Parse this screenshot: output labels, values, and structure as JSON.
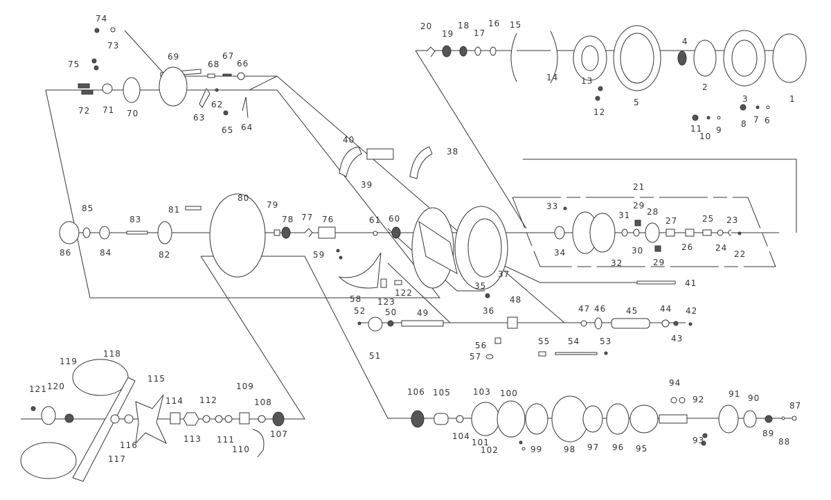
{
  "diagram": {
    "title": "Baitcasting reel exploded parts diagram",
    "labels": [
      {
        "id": "1",
        "text": "1"
      },
      {
        "id": "2",
        "text": "2"
      },
      {
        "id": "3",
        "text": "3"
      },
      {
        "id": "4",
        "text": "4"
      },
      {
        "id": "5",
        "text": "5"
      },
      {
        "id": "6",
        "text": "6"
      },
      {
        "id": "7",
        "text": "7"
      },
      {
        "id": "8",
        "text": "8"
      },
      {
        "id": "9",
        "text": "9"
      },
      {
        "id": "10",
        "text": "10"
      },
      {
        "id": "11",
        "text": "11"
      },
      {
        "id": "12",
        "text": "12"
      },
      {
        "id": "13",
        "text": "13"
      },
      {
        "id": "14",
        "text": "14"
      },
      {
        "id": "15",
        "text": "15"
      },
      {
        "id": "16",
        "text": "16"
      },
      {
        "id": "17",
        "text": "17"
      },
      {
        "id": "18",
        "text": "18"
      },
      {
        "id": "19",
        "text": "19"
      },
      {
        "id": "20",
        "text": "20"
      },
      {
        "id": "21",
        "text": "21"
      },
      {
        "id": "22",
        "text": "22"
      },
      {
        "id": "23",
        "text": "23"
      },
      {
        "id": "24",
        "text": "24"
      },
      {
        "id": "25",
        "text": "25"
      },
      {
        "id": "26",
        "text": "26"
      },
      {
        "id": "27",
        "text": "27"
      },
      {
        "id": "28",
        "text": "28"
      },
      {
        "id": "29a",
        "text": "29"
      },
      {
        "id": "29b",
        "text": "29"
      },
      {
        "id": "30",
        "text": "30"
      },
      {
        "id": "31",
        "text": "31"
      },
      {
        "id": "32",
        "text": "32"
      },
      {
        "id": "33",
        "text": "33"
      },
      {
        "id": "34",
        "text": "34"
      },
      {
        "id": "35",
        "text": "35"
      },
      {
        "id": "36",
        "text": "36"
      },
      {
        "id": "37",
        "text": "37"
      },
      {
        "id": "38",
        "text": "38"
      },
      {
        "id": "39",
        "text": "39"
      },
      {
        "id": "40",
        "text": "40"
      },
      {
        "id": "41",
        "text": "41"
      },
      {
        "id": "42",
        "text": "42"
      },
      {
        "id": "43",
        "text": "43"
      },
      {
        "id": "44",
        "text": "44"
      },
      {
        "id": "45",
        "text": "45"
      },
      {
        "id": "46",
        "text": "46"
      },
      {
        "id": "47",
        "text": "47"
      },
      {
        "id": "48",
        "text": "48"
      },
      {
        "id": "49",
        "text": "49"
      },
      {
        "id": "50",
        "text": "50"
      },
      {
        "id": "51",
        "text": "51"
      },
      {
        "id": "52",
        "text": "52"
      },
      {
        "id": "53",
        "text": "53"
      },
      {
        "id": "54",
        "text": "54"
      },
      {
        "id": "55",
        "text": "55"
      },
      {
        "id": "56",
        "text": "56"
      },
      {
        "id": "57",
        "text": "57"
      },
      {
        "id": "58",
        "text": "58"
      },
      {
        "id": "59",
        "text": "59"
      },
      {
        "id": "60",
        "text": "60"
      },
      {
        "id": "61",
        "text": "61"
      },
      {
        "id": "62",
        "text": "62"
      },
      {
        "id": "63",
        "text": "63"
      },
      {
        "id": "64",
        "text": "64"
      },
      {
        "id": "65",
        "text": "65"
      },
      {
        "id": "66",
        "text": "66"
      },
      {
        "id": "67",
        "text": "67"
      },
      {
        "id": "68",
        "text": "68"
      },
      {
        "id": "69",
        "text": "69"
      },
      {
        "id": "70",
        "text": "70"
      },
      {
        "id": "71",
        "text": "71"
      },
      {
        "id": "72",
        "text": "72"
      },
      {
        "id": "73",
        "text": "73"
      },
      {
        "id": "74",
        "text": "74"
      },
      {
        "id": "75",
        "text": "75"
      },
      {
        "id": "76",
        "text": "76"
      },
      {
        "id": "77",
        "text": "77"
      },
      {
        "id": "78",
        "text": "78"
      },
      {
        "id": "79",
        "text": "79"
      },
      {
        "id": "80",
        "text": "80"
      },
      {
        "id": "81",
        "text": "81"
      },
      {
        "id": "82",
        "text": "82"
      },
      {
        "id": "83",
        "text": "83"
      },
      {
        "id": "84",
        "text": "84"
      },
      {
        "id": "85",
        "text": "85"
      },
      {
        "id": "86",
        "text": "86"
      },
      {
        "id": "87",
        "text": "87"
      },
      {
        "id": "88",
        "text": "88"
      },
      {
        "id": "89",
        "text": "89"
      },
      {
        "id": "90",
        "text": "90"
      },
      {
        "id": "91",
        "text": "91"
      },
      {
        "id": "92",
        "text": "92"
      },
      {
        "id": "93",
        "text": "93"
      },
      {
        "id": "94",
        "text": "94"
      },
      {
        "id": "95",
        "text": "95"
      },
      {
        "id": "96",
        "text": "96"
      },
      {
        "id": "97",
        "text": "97"
      },
      {
        "id": "98",
        "text": "98"
      },
      {
        "id": "99",
        "text": "99"
      },
      {
        "id": "100",
        "text": "100"
      },
      {
        "id": "101",
        "text": "101"
      },
      {
        "id": "102",
        "text": "102"
      },
      {
        "id": "103",
        "text": "103"
      },
      {
        "id": "104",
        "text": "104"
      },
      {
        "id": "105",
        "text": "105"
      },
      {
        "id": "106",
        "text": "106"
      },
      {
        "id": "107",
        "text": "107"
      },
      {
        "id": "108",
        "text": "108"
      },
      {
        "id": "109",
        "text": "109"
      },
      {
        "id": "110",
        "text": "110"
      },
      {
        "id": "111",
        "text": "111"
      },
      {
        "id": "112",
        "text": "112"
      },
      {
        "id": "113",
        "text": "113"
      },
      {
        "id": "114",
        "text": "114"
      },
      {
        "id": "115",
        "text": "115"
      },
      {
        "id": "116",
        "text": "116"
      },
      {
        "id": "117",
        "text": "117"
      },
      {
        "id": "118",
        "text": "118"
      },
      {
        "id": "119",
        "text": "119"
      },
      {
        "id": "120",
        "text": "120"
      },
      {
        "id": "121",
        "text": "121"
      },
      {
        "id": "122",
        "text": "122"
      },
      {
        "id": "123",
        "text": "123"
      }
    ]
  }
}
